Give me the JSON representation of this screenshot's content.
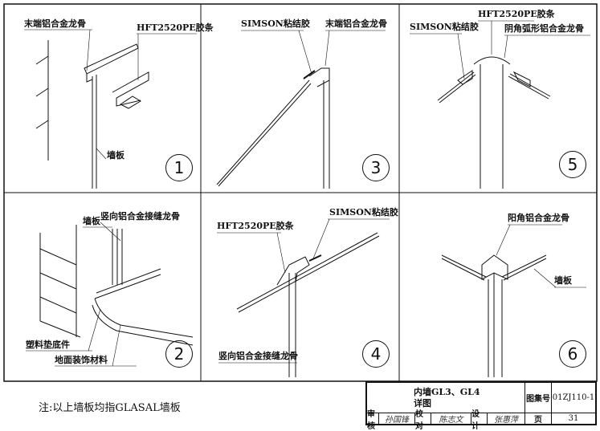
{
  "panels": [
    {
      "number": "1",
      "labels": {
        "a": "末端铝合金龙骨",
        "b": "HFT2520PE胶条",
        "c": "墙板"
      }
    },
    {
      "number": "2",
      "labels": {
        "a": "竖向铝合金接缝龙骨",
        "b": "墙板",
        "c": "塑料垫底件",
        "d": "地面装饰材料"
      }
    },
    {
      "number": "3",
      "labels": {
        "a": "SIMSON粘结胶",
        "b": "末端铝合金龙骨"
      }
    },
    {
      "number": "4",
      "labels": {
        "a": "HFT2520PE胶条",
        "b": "SIMSON粘结胶",
        "c": "竖向铝合金接缝龙骨"
      }
    },
    {
      "number": "5",
      "labels": {
        "a": "HFT2520PE胶条",
        "b": "SIMSON粘结胶",
        "c": "阴角弧形铝合金龙骨"
      }
    },
    {
      "number": "6",
      "labels": {
        "a": "阳角铝合金龙骨",
        "b": "墙板"
      }
    }
  ],
  "note": "注:以上墙板均指GLASAL墙板",
  "title_block": {
    "title_line1": "内墙GL3、GL4",
    "title_line2": "详图",
    "atlas_label": "图集号",
    "atlas_value": "01ZJ110-1",
    "review_label": "审核",
    "review_sig": "孙国锋",
    "check_label": "校对",
    "check_sig": "陈志文",
    "design_label": "设计",
    "design_sig": "张惠萍",
    "page_label": "页",
    "page_value": "31"
  }
}
